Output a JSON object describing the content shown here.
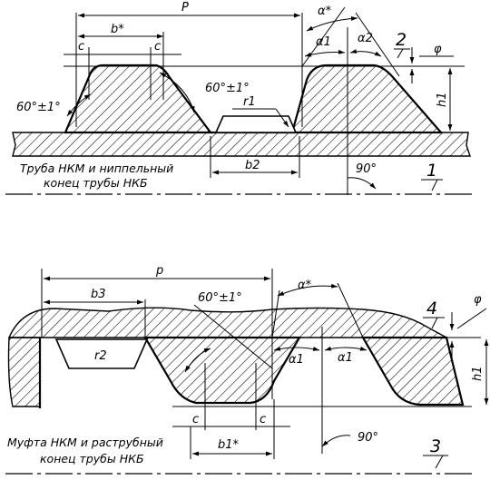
{
  "top_view": {
    "caption_line1": "Труба НКМ и ниппельный",
    "caption_line2": "конец трубы НКБ",
    "labels": {
      "P": "P",
      "b_star": "b*",
      "c_left": "c",
      "c_right": "c",
      "alpha_star": "α*",
      "alpha1": "α1",
      "alpha2": "α2",
      "callout_2": "2",
      "phi": "φ",
      "angle_left": "60°±1°",
      "angle_mid": "60°±1°",
      "r1": "r1",
      "h1": "h1",
      "b2": "b2",
      "angle_90": "90°",
      "callout_1": "1"
    }
  },
  "bottom_view": {
    "caption_line1": "Муфта НКМ и раструбный",
    "caption_line2": "конец трубы НКБ",
    "labels": {
      "p": "p",
      "b3": "b3",
      "angle_top": "60°±1°",
      "alpha_star": "α*",
      "callout_4": "4",
      "phi": "φ",
      "r2": "r2",
      "alpha1_left": "α1",
      "alpha1_right": "α1",
      "h1": "h1",
      "c_left": "c",
      "c_right": "c",
      "b1_star": "b1*",
      "angle_90": "90°",
      "callout_3": "3"
    }
  }
}
